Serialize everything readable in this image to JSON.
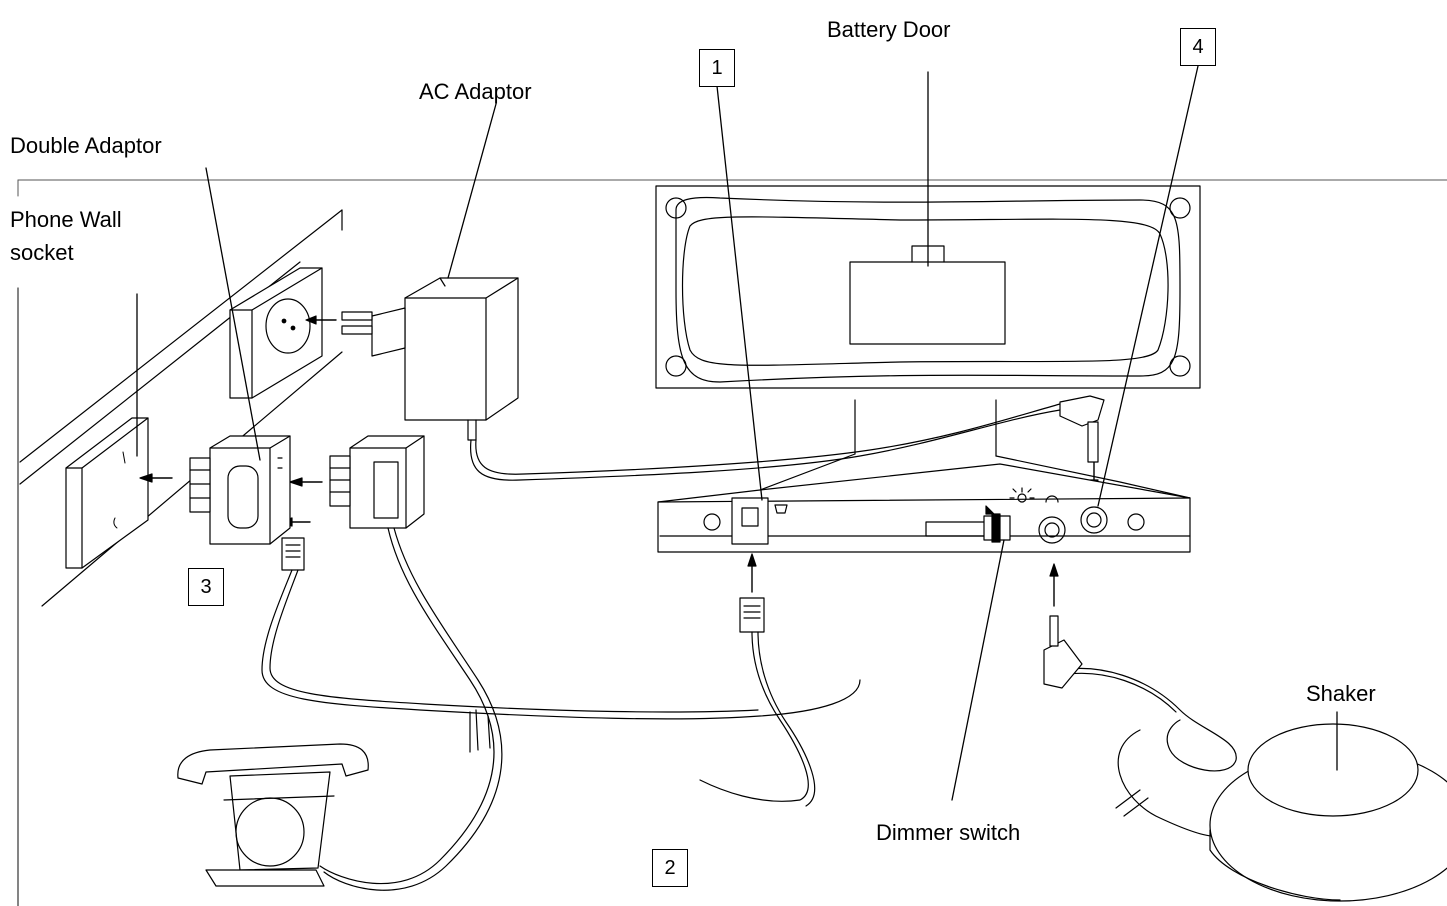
{
  "labels": {
    "battery_door": "Battery Door",
    "ac_adaptor": "AC Adaptor",
    "double_adaptor": "Double Adaptor",
    "phone_wall_socket_line1": "Phone Wall",
    "phone_wall_socket_line2": "socket",
    "shaker": "Shaker",
    "dimmer_switch": "Dimmer switch"
  },
  "callouts": {
    "c1": "1",
    "c2": "2",
    "c3": "3",
    "c4": "4"
  }
}
